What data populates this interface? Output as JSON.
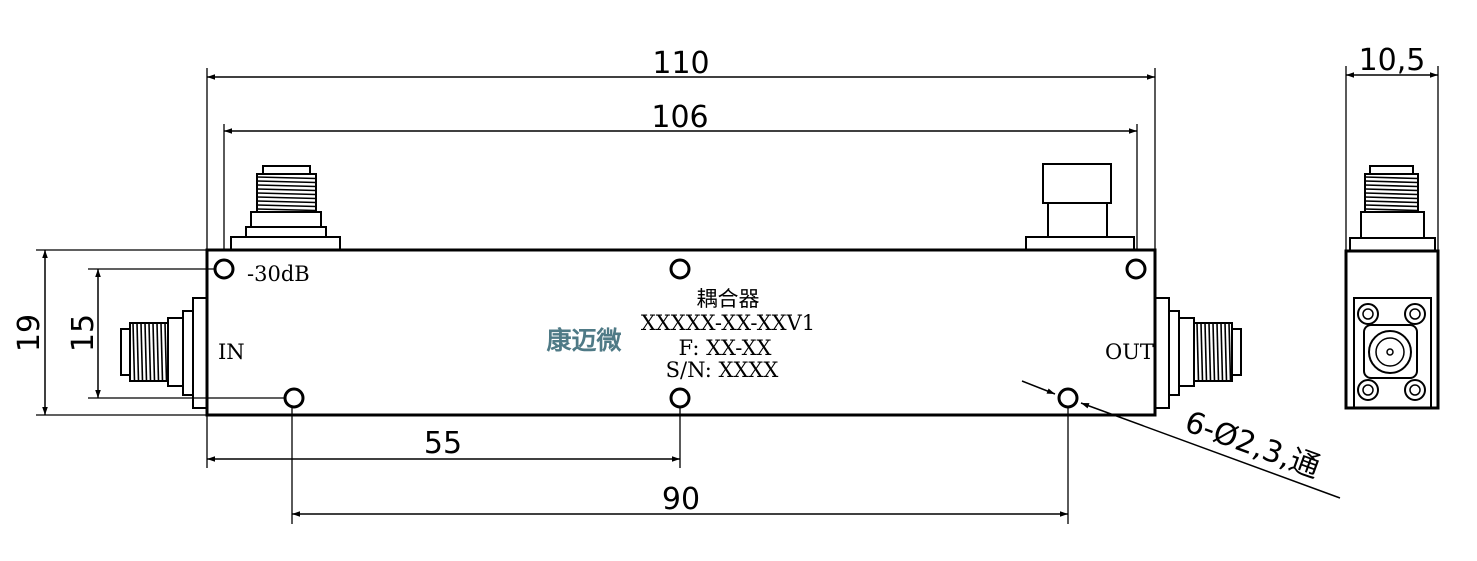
{
  "dimensions": {
    "overall_length": "110",
    "inner_length": "106",
    "height": "19",
    "port_spacing": "15",
    "half_spacing": "55",
    "hole_spacing": "90",
    "side_width": "10,5",
    "holes": "6-Ø2,3,通"
  },
  "body": {
    "coupling_label": "-30dB",
    "in_label": "IN",
    "out_label": "OUT",
    "name": "耦合器",
    "model": "XXXXX-XX-XXV1",
    "frequency": "F: XX-XX",
    "serial": "S/N: XXXX",
    "logo": "康迈微"
  },
  "colors": {
    "line": "#000000",
    "logo": "#4f7a86"
  }
}
